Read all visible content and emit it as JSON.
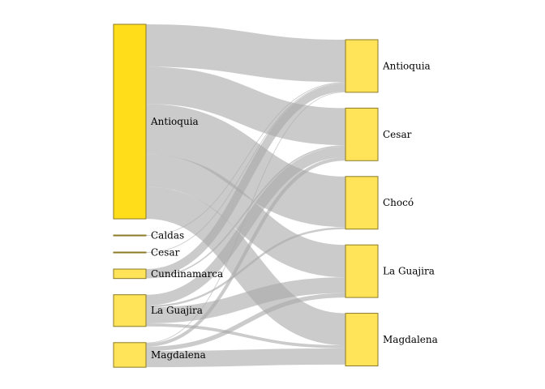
{
  "chart_data": {
    "type": "sankey",
    "colors": {
      "node_fill_large": "#FFDD1A",
      "node_fill_small": "#FFE45A",
      "node_stroke": "#8C7A26",
      "link": "#A9A9A9"
    },
    "left_nodes": [
      {
        "id": "L_Antioquia",
        "label": "Antioquia",
        "value": 57.7
      },
      {
        "id": "L_Caldas",
        "label": "Caldas",
        "value": 0.2
      },
      {
        "id": "L_Cesar",
        "label": "Cesar",
        "value": 0.2
      },
      {
        "id": "L_Cundinamarca",
        "label": "Cundinamarca",
        "value": 2.8
      },
      {
        "id": "L_LaGuajira",
        "label": "La Guajira",
        "value": 9.4
      },
      {
        "id": "L_Magdalena",
        "label": "Magdalena",
        "value": 7.3
      }
    ],
    "right_nodes": [
      {
        "id": "R_Antioquia",
        "label": "Antioquia",
        "value": 15.6
      },
      {
        "id": "R_Cesar",
        "label": "Cesar",
        "value": 15.6
      },
      {
        "id": "R_Choco",
        "label": "Chocó",
        "value": 15.6
      },
      {
        "id": "R_LaGuajira",
        "label": "La Guajira",
        "value": 15.6
      },
      {
        "id": "R_Magdalena",
        "label": "Magdalena",
        "value": 15.6
      }
    ],
    "links": [
      {
        "source": "L_Antioquia",
        "target": "R_Antioquia",
        "value": 12.6
      },
      {
        "source": "L_Antioquia",
        "target": "R_Cesar",
        "value": 11.0
      },
      {
        "source": "L_Antioquia",
        "target": "R_Choco",
        "value": 15.0
      },
      {
        "source": "L_Antioquia",
        "target": "R_LaGuajira",
        "value": 9.6
      },
      {
        "source": "L_Antioquia",
        "target": "R_Magdalena",
        "value": 9.5
      },
      {
        "source": "L_Caldas",
        "target": "R_Antioquia",
        "value": 0.2
      },
      {
        "source": "L_Cesar",
        "target": "R_Antioquia",
        "value": 0.2
      },
      {
        "source": "L_Cundinamarca",
        "target": "R_Antioquia",
        "value": 2.4
      },
      {
        "source": "L_Cundinamarca",
        "target": "R_Cesar",
        "value": 0.4
      },
      {
        "source": "L_LaGuajira",
        "target": "R_Cesar",
        "value": 3.2
      },
      {
        "source": "L_LaGuajira",
        "target": "R_Choco",
        "value": 0.6
      },
      {
        "source": "L_LaGuajira",
        "target": "R_LaGuajira",
        "value": 4.7
      },
      {
        "source": "L_LaGuajira",
        "target": "R_Magdalena",
        "value": 0.9
      },
      {
        "source": "L_Magdalena",
        "target": "R_Antioquia",
        "value": 0.2
      },
      {
        "source": "L_Magdalena",
        "target": "R_Cesar",
        "value": 1.0
      },
      {
        "source": "L_Magdalena",
        "target": "R_LaGuajira",
        "value": 1.3
      },
      {
        "source": "L_Magdalena",
        "target": "R_Magdalena",
        "value": 4.8
      }
    ]
  }
}
